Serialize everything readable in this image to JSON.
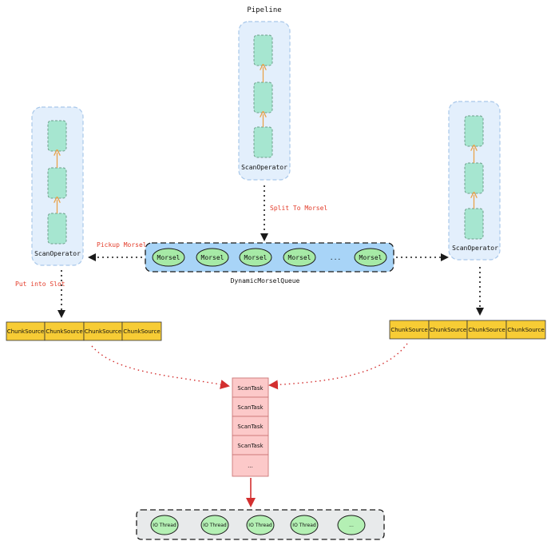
{
  "pipeline": {
    "title": "Pipeline",
    "left_label": "ScanOperator",
    "center_label": "ScanOperator",
    "right_label": "ScanOperator"
  },
  "annotations": {
    "split_to_morsel": "Split To Morsel",
    "pickup_morsel": "Pickup Morsel",
    "put_into_slot": "Put into Slot"
  },
  "queue": {
    "label": "DynamicMorselQueue",
    "items": [
      "Morsel",
      "Morsel",
      "Morsel",
      "Morsel",
      "...",
      "Morsel"
    ]
  },
  "chunk_sources_left": [
    "ChunkSource",
    "ChunkSource",
    "ChunkSource",
    "ChunkSource"
  ],
  "chunk_sources_right": [
    "ChunkSource",
    "ChunkSource",
    "ChunkSource",
    "ChunkSource"
  ],
  "scan_tasks": [
    "ScanTask",
    "ScanTask",
    "ScanTask",
    "ScanTask",
    "..."
  ],
  "io_threads": [
    "IO Thread",
    "IO Thread",
    "IO Thread",
    "IO Thread",
    "..."
  ],
  "colors": {
    "pipeline_fill": "#e3effc",
    "pipeline_stroke": "#a9c8ea",
    "operator_fill": "#a6e6d0",
    "operator_stroke": "#6f9f8c",
    "orange_arrow": "#e8a24a",
    "morsel_fill": "#a6eaa6",
    "queue_fill": "#a8d4f7",
    "chunk_fill": "#f7cc35",
    "scantask_fill": "#fcc9c9",
    "scantask_stroke": "#c77",
    "io_fill": "#b4f0b4",
    "io_box_fill": "#e8eaeb",
    "red": "#d32f2f",
    "annotation_red": "#e33c2a"
  }
}
